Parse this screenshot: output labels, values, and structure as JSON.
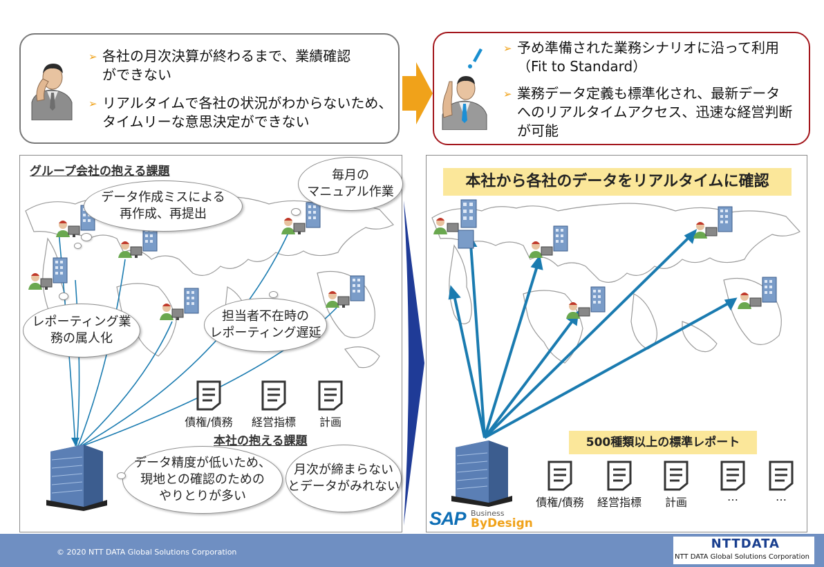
{
  "problem_callout": {
    "bullets": [
      "各社の月次決算が終わるまで、業績確認\nができない",
      "リアルタイムで各社の状況がわからないため、\nタイムリーな意思決定ができない"
    ]
  },
  "solution_callout": {
    "bullets": [
      "予め準備された業務シナリオに沿って利用\n（Fit to Standard）",
      "業務データ定義も標準化され、最新データ\nへのリアルタイムアクセス、迅速な経営判断\nが可能"
    ]
  },
  "left_panel": {
    "title": "グループ会社の抱える課題",
    "subtitle": "本社の抱える課題",
    "clouds": {
      "c1": "データ作成ミスによる\n再作成、再提出",
      "c2": "毎月の\nマニュアル作業",
      "c3": "レポーティング業\n務の属人化",
      "c4": "担当者不在時の\nレポーティング遅延",
      "c5": "データ精度が低いため、\n現地との確認のための\nやりとりが多い",
      "c6": "月次が締まらない\nとデータがみれない"
    },
    "docs": [
      "債権/債務",
      "経営指標",
      "計画"
    ]
  },
  "right_panel": {
    "title": "本社から各社のデータをリアルタイムに確認",
    "reports_label": "500種類以上の標準レポート",
    "docs": [
      "債権/債務",
      "経営指標",
      "計画",
      "…",
      "…"
    ],
    "sap_logo": {
      "brand": "SAP",
      "product_top": "Business",
      "product_bottom": "ByDesign"
    }
  },
  "footer": {
    "copyright": "© 2020 NTT DATA Global Solutions Corporation",
    "logo_text": "NTTDATA",
    "logo_subtext": "NTT DATA Global Solutions Corporation"
  },
  "colors": {
    "accent_orange": "#f0a21a",
    "arrow_blue": "#1a7bb0",
    "divider_blue": "#1f3b97",
    "callout_red": "#a3161c",
    "highlight_yellow": "#fbe79a",
    "footer_blue": "#6f8fc2",
    "ntt_blue": "#1a3f8f"
  }
}
